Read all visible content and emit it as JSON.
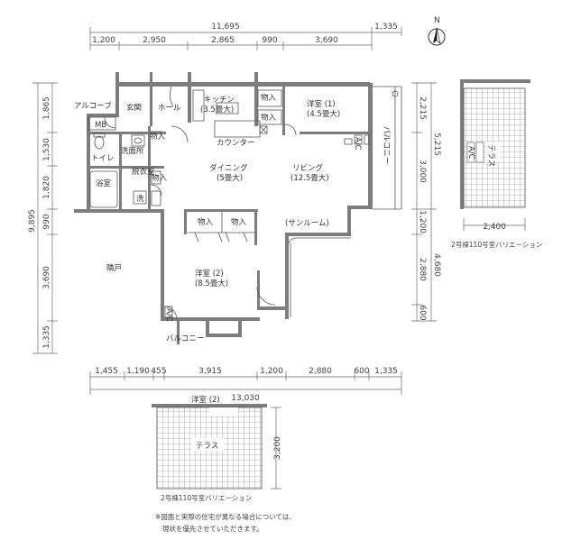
{
  "dimensions": {
    "top_total": "11,695",
    "top_right": "1,335",
    "top_segments": [
      "1,200",
      "2,950",
      "2,865",
      "990",
      "3,690"
    ],
    "bottom_segments": [
      "1,455",
      "1,190",
      "455",
      "3,915",
      "1,200",
      "2,880",
      "600",
      "1,335"
    ],
    "bottom_total": "13,030",
    "left_total": "9,895",
    "left_segments": [
      "1,865",
      "1,530",
      "1,820",
      "990",
      "3,690",
      "1,335"
    ],
    "right_segments": [
      "2,215",
      "3,000",
      "1,200",
      "2,880",
      "600"
    ],
    "right_totals": [
      "5,215",
      "4,680"
    ],
    "terrace_right_width": "2,400",
    "terrace_bottom_depth": "3,200"
  },
  "rooms": {
    "alcove": "アルコーブ",
    "mb": "MB",
    "entrance": "玄関",
    "hall": "ホール",
    "kitchen": "キッチン",
    "kitchen_size": "(3.5畳大)",
    "storage": "物入",
    "western1": "洋室 (1)",
    "western1_size": "(4.5畳大)",
    "counter": "カウンター",
    "washroom": "洗面所",
    "toilet": "トイレ",
    "dressing": "脱衣室",
    "bath": "浴室",
    "washer": "洗",
    "dining": "ダイニング",
    "dining_size": "(5畳大)",
    "living": "リビング",
    "living_size": "(12.5畳大)",
    "balcony": "バルコニー",
    "sunroom": "(サンルーム)",
    "western2": "洋室 (2)",
    "western2_size": "(8.5畳大)",
    "neighbor": "隣戸",
    "balcony_small": "バルコニー",
    "ac": "A/C"
  },
  "variation_right": {
    "terrace": "テラス",
    "caption": "2号棟110号室バリエーション"
  },
  "variation_bottom": {
    "room": "洋室 (2)",
    "terrace": "テラス",
    "caption": "2号棟110号室バリエーション"
  },
  "north_label": "N",
  "notes": [
    "※図面と実際の住宅が異なる場合については、",
    "現状を優先させていただきます。"
  ]
}
